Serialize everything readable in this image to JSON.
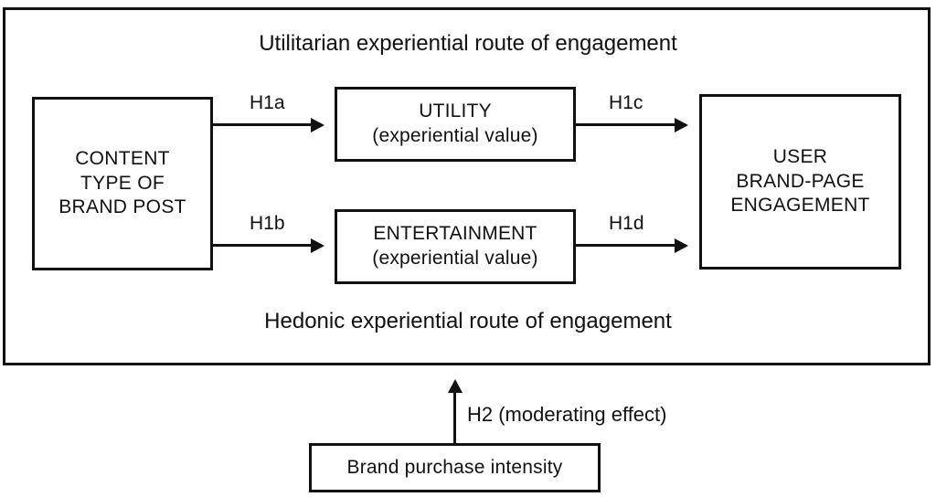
{
  "diagram": {
    "routes": {
      "top_title": "Utilitarian experiential route of engagement",
      "bottom_title": "Hedonic experiential route of engagement"
    },
    "nodes": {
      "content_type": {
        "lines": [
          "CONTENT",
          "TYPE OF",
          "BRAND POST"
        ]
      },
      "utility": {
        "lines": [
          "UTILITY",
          "(experiential value)"
        ]
      },
      "entertainment": {
        "lines": [
          "ENTERTAINMENT",
          "(experiential value)"
        ]
      },
      "engagement": {
        "lines": [
          "USER",
          "BRAND-PAGE",
          "ENGAGEMENT"
        ]
      },
      "moderator": {
        "lines": [
          "Brand purchase intensity"
        ]
      }
    },
    "edges": {
      "h1a": "H1a",
      "h1b": "H1b",
      "h1c": "H1c",
      "h1d": "H1d",
      "h2": "H2 (moderating effect)"
    },
    "colors": {
      "stroke": "#111111",
      "background": "#ffffff"
    }
  }
}
